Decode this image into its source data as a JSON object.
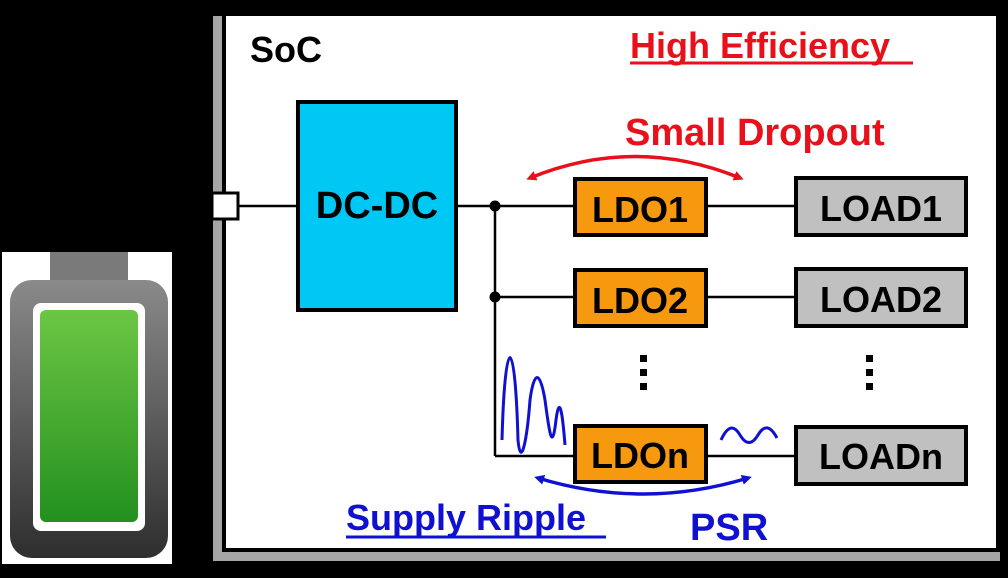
{
  "colors": {
    "background": "#000000",
    "soc_fill": "#ffffff",
    "soc_shadow": "#a6a6a6",
    "dcdc_fill": "#00c8f5",
    "ldo_fill": "#f7990f",
    "load_fill": "#c0c0c0",
    "outline": "#000000",
    "red_accent": "#e8101a",
    "blue_accent": "#1010d0",
    "battery_body": "#4a4a4a",
    "battery_charge": "#3fae2a"
  },
  "battery": {
    "label": "battery-icon",
    "charge_level": 1.0
  },
  "soc": {
    "title": "SoC"
  },
  "annotations": {
    "high_efficiency": "High Efficiency",
    "small_dropout": "Small Dropout",
    "supply_ripple": "Supply Ripple",
    "psr": "PSR"
  },
  "blocks": {
    "dcdc": "DC-DC",
    "ldos": [
      "LDO1",
      "LDO2",
      "LDOn"
    ],
    "loads": [
      "LOAD1",
      "LOAD2",
      "LOADn"
    ],
    "ellipsis": "⋮"
  }
}
